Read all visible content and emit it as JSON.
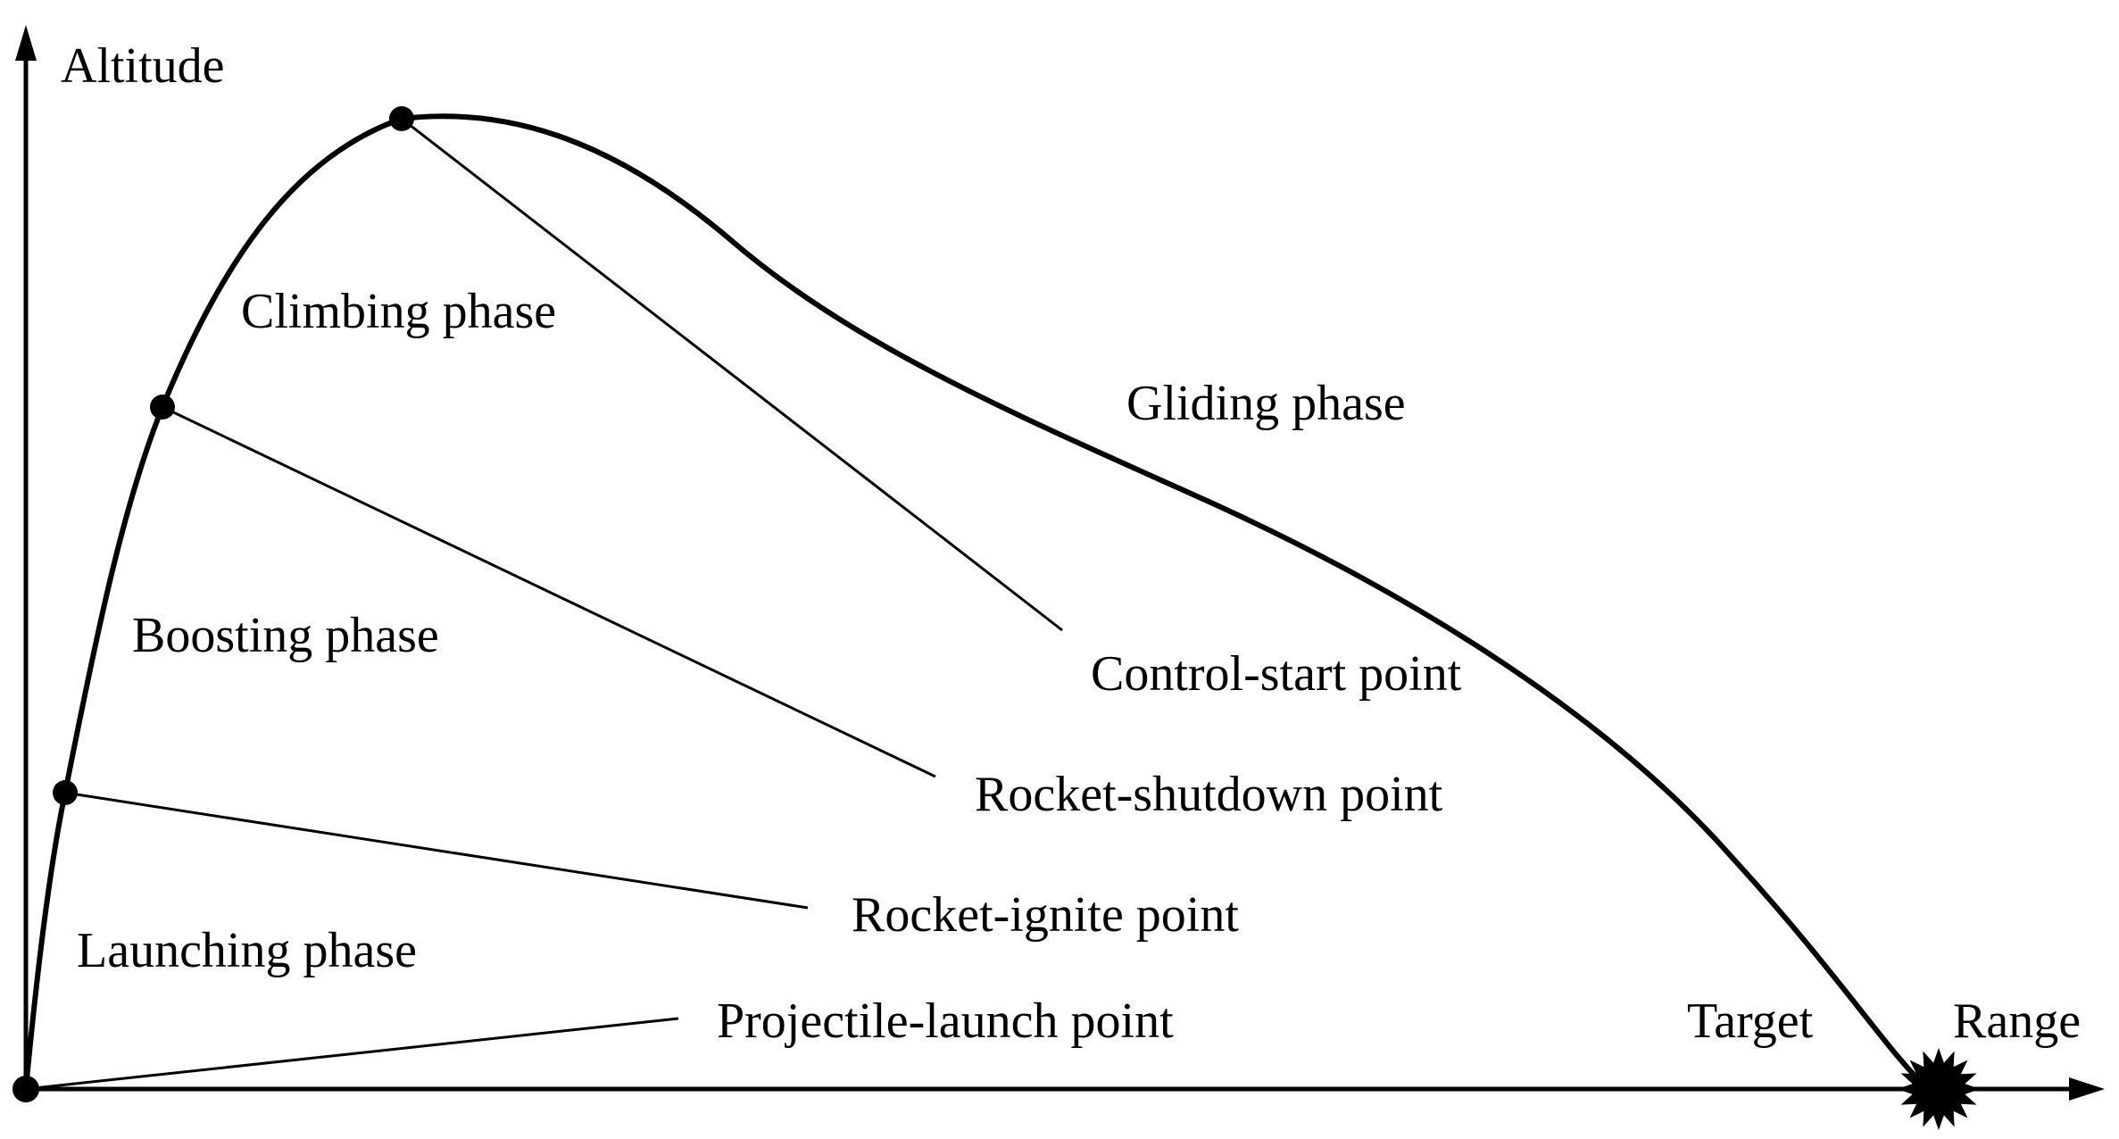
{
  "axes": {
    "y_label": "Altitude",
    "x_label": "Range"
  },
  "phases": {
    "climbing": "Climbing phase",
    "gliding": "Gliding phase",
    "boosting": "Boosting phase",
    "launching": "Launching phase"
  },
  "points": {
    "control_start": "Control-start point",
    "rocket_shutdown": "Rocket-shutdown point",
    "rocket_ignite": "Rocket-ignite point",
    "projectile_launch": "Projectile-launch point",
    "target": "Target"
  },
  "colors": {
    "line": "#000000",
    "background": "#ffffff"
  }
}
